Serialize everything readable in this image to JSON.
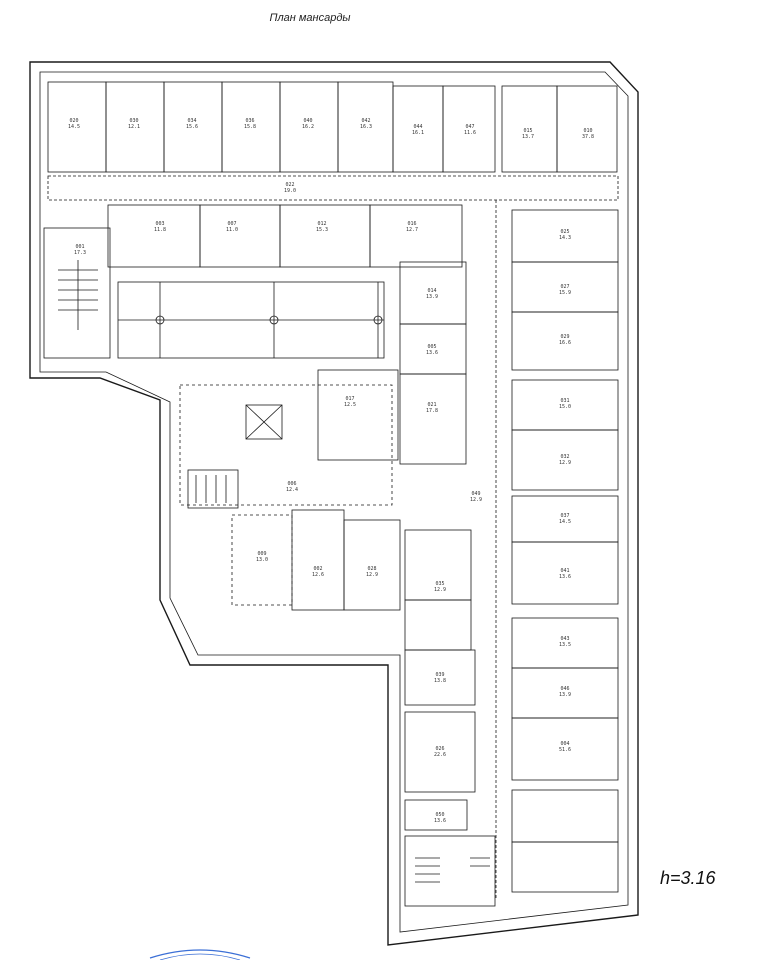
{
  "title": "План мансарды",
  "ceiling_height": "h=3.16",
  "colors": {
    "line": "#1a1a1a",
    "stamp": "#3b6fd6"
  },
  "rooms": [
    {
      "id": "020",
      "area": "14.5"
    },
    {
      "id": "030",
      "area": "12.1"
    },
    {
      "id": "034",
      "area": "15.6"
    },
    {
      "id": "036",
      "area": "15.8"
    },
    {
      "id": "040",
      "area": "16.2"
    },
    {
      "id": "042",
      "area": "16.3"
    },
    {
      "id": "044",
      "area": "16.1"
    },
    {
      "id": "047",
      "area": "11.6"
    },
    {
      "id": "015",
      "area": "13.7"
    },
    {
      "id": "010",
      "area": "37.8"
    },
    {
      "id": "022",
      "area": "19.0"
    },
    {
      "id": "001",
      "area": "17.3"
    },
    {
      "id": "003",
      "area": "11.8"
    },
    {
      "id": "007",
      "area": "11.0"
    },
    {
      "id": "012",
      "area": "15.3"
    },
    {
      "id": "016",
      "area": "12.7"
    },
    {
      "id": "014",
      "area": "13.9"
    },
    {
      "id": "005",
      "area": "13.6"
    },
    {
      "id": "017",
      "area": "12.5"
    },
    {
      "id": "021",
      "area": "17.8"
    },
    {
      "id": "025",
      "area": "14.3"
    },
    {
      "id": "027",
      "area": "15.9"
    },
    {
      "id": "029",
      "area": "16.6"
    },
    {
      "id": "031",
      "area": "15.0"
    },
    {
      "id": "032",
      "area": "12.9"
    },
    {
      "id": "037",
      "area": "14.5"
    },
    {
      "id": "041",
      "area": "13.6"
    },
    {
      "id": "043",
      "area": "13.5"
    },
    {
      "id": "046",
      "area": "13.9"
    },
    {
      "id": "004",
      "area": "51.6"
    },
    {
      "id": "006",
      "area": "12.4"
    },
    {
      "id": "009",
      "area": "13.0"
    },
    {
      "id": "002",
      "area": "12.6"
    },
    {
      "id": "028",
      "area": "12.9"
    },
    {
      "id": "035",
      "area": "12.9"
    },
    {
      "id": "039",
      "area": "13.8"
    },
    {
      "id": "026",
      "area": "22.6"
    },
    {
      "id": "049",
      "area": "12.9"
    },
    {
      "id": "050",
      "area": "13.6"
    }
  ]
}
